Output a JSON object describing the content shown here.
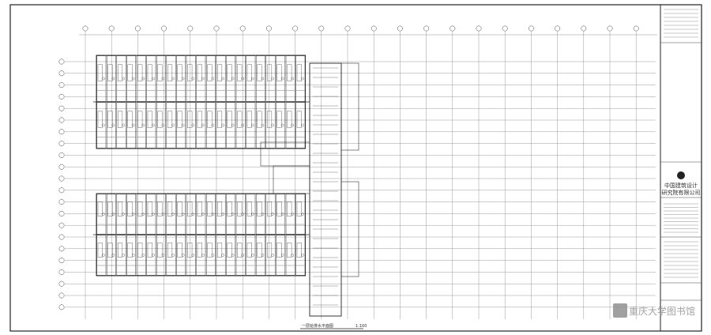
{
  "sheet": {
    "company_line1": "中国建筑设计",
    "company_line2": "研究院有限公司",
    "drawing_title": "一层给排水平面图",
    "drawing_number": "1:100"
  },
  "watermark": {
    "text": "重庆大学图书馆"
  },
  "colors": {
    "paper": "#ffffff",
    "line": "#222222",
    "grid": "#9a9a9a",
    "watermark_bg": "#8f8f8f"
  }
}
